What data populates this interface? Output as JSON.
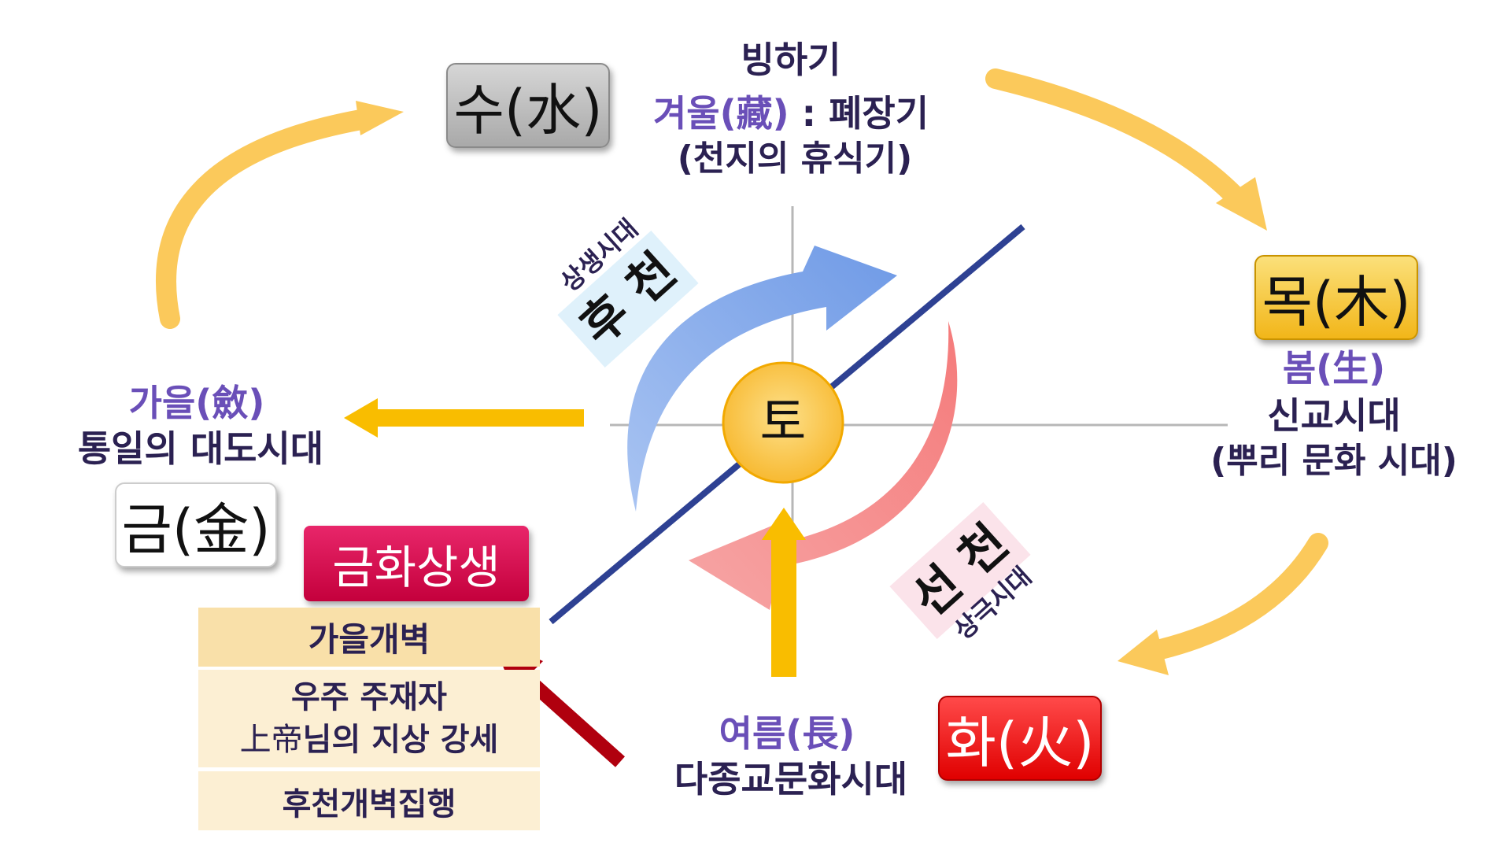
{
  "colors": {
    "cycle_arrow": "#fbc95b",
    "axis": "#b7b7b7",
    "diagonal": "#2e4193",
    "blue_arrow": "#7fa8ea",
    "red_arrow": "#f06a6a",
    "yellow_arrow": "#f9bd00",
    "dark_red_arrow": "#b0000e",
    "earth": "#f9c53f",
    "text_purple": "#6a4fb8",
    "text_dark": "#2b2152"
  },
  "icons": {
    "cycle_arrows": "curved-arrow",
    "blue_arrow": "curved-arrow",
    "red_arrow": "curved-arrow"
  },
  "top": {
    "line1": "빙하기",
    "winter_prefix": "겨울(藏)",
    "winter_suffix": " : 폐장기",
    "line3": "(천지의 휴식기)"
  },
  "water": {
    "label": "수(水)"
  },
  "wood": {
    "label": "목(木)"
  },
  "right": {
    "line1": "봄(生)",
    "line2": "신교시대",
    "line3": "(뿌리 문화 시대)"
  },
  "left": {
    "line1": "가을(斂)",
    "line2": "통일의 대도시대"
  },
  "metal": {
    "label": "금(金)"
  },
  "fire": {
    "label": "화(火)"
  },
  "earth": {
    "label": "토"
  },
  "bottom": {
    "line1": "여름(長)",
    "line2": "다종교문화시대"
  },
  "metal_fire": {
    "label": "금화상생"
  },
  "later_heaven": {
    "era": "상생시대",
    "label": "후 천"
  },
  "earlier_heaven": {
    "era": "상극시대",
    "label": "선 천"
  },
  "table": {
    "row1": "가을개벽",
    "row2_line1": "우주 주재자",
    "row2_prefix": "上帝",
    "row2_suffix": "님의 지상 강세",
    "row3": "후천개벽집행"
  }
}
